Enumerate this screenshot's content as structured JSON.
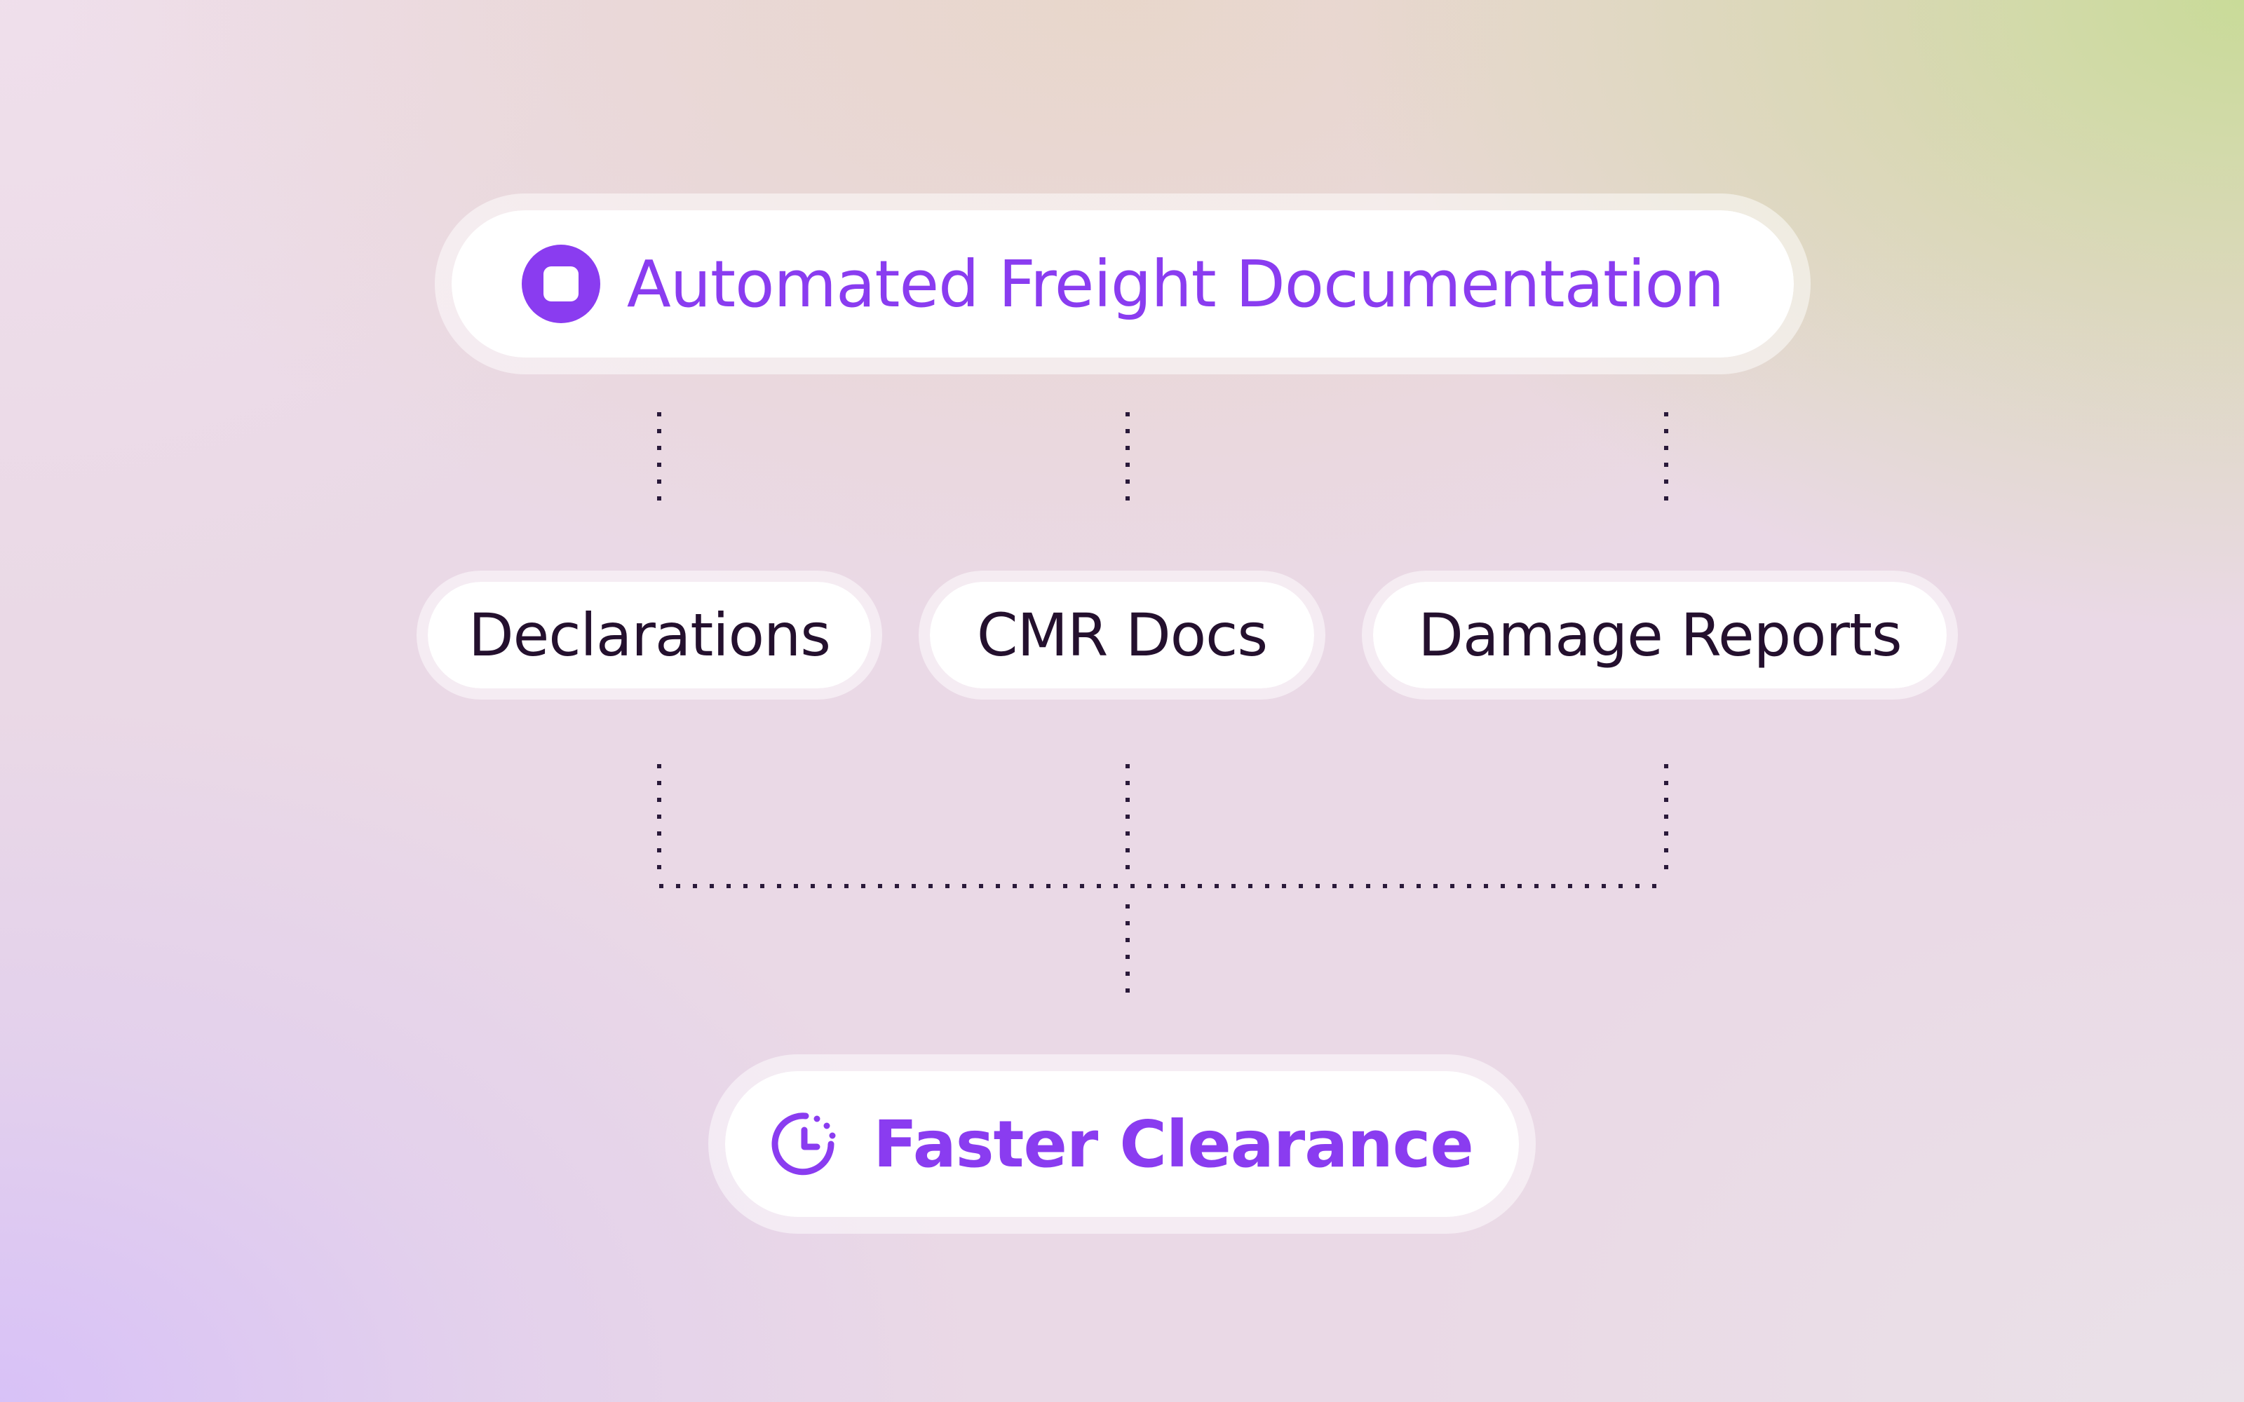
{
  "colors": {
    "accent": "#8a3cf0",
    "node_text": "#24102e",
    "connector": "#2a1a3a",
    "pill_fill": "#ffffff"
  },
  "top_node": {
    "label": "Automated Freight Documentation",
    "icon": "rounded-square-in-circle-icon"
  },
  "middle_nodes": [
    {
      "label": "Declarations"
    },
    {
      "label": "CMR Docs"
    },
    {
      "label": "Damage Reports"
    }
  ],
  "bottom_node": {
    "label": "Faster Clearance",
    "icon": "clock-timer-icon"
  }
}
